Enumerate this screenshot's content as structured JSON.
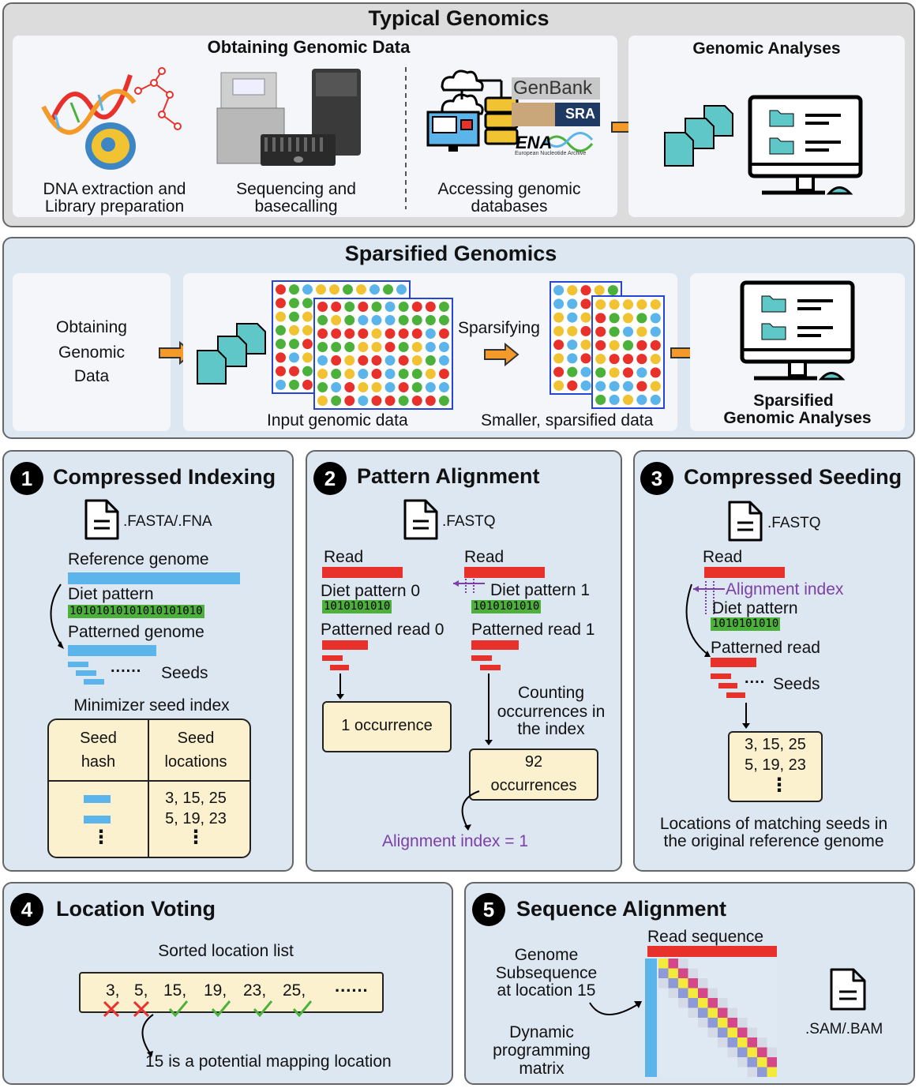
{
  "typical": {
    "title": "Typical Genomics",
    "obtaining_title": "Obtaining Genomic Data",
    "analyses_title": "Genomic Analyses",
    "step1": [
      "DNA extraction and",
      "Library preparation"
    ],
    "step2": [
      "Sequencing and",
      "basecalling"
    ],
    "step3": [
      "Accessing genomic",
      "databases"
    ],
    "db_genbank": "GenBank",
    "db_sra": "SRA",
    "db_ena": "ENA",
    "db_ena_sub": "European Nucleotide Archive"
  },
  "sparsified": {
    "title": "Sparsified Genomics",
    "obtaining": [
      "Obtaining",
      "Genomic",
      "Data"
    ],
    "input_label": "Input genomic data",
    "sparsifying": "Sparsifying",
    "smaller_label": "Smaller, sparsified data",
    "analyses": [
      "Sparsified",
      "Genomic Analyses"
    ]
  },
  "s1": {
    "num": "1",
    "title": "Compressed Indexing",
    "file": ".FASTA/.FNA",
    "ref": "Reference genome",
    "diet": "Diet pattern",
    "pattern": "10101010101010101010",
    "patterned": "Patterned genome",
    "dots": "......",
    "seeds": "Seeds",
    "index_title": "Minimizer seed index",
    "col1": [
      "Seed",
      "hash"
    ],
    "col2": [
      "Seed",
      "locations"
    ],
    "loc1": "3, 15, 25",
    "loc2": "5, 19, 23",
    "vdots": "⋮"
  },
  "s2": {
    "num": "2",
    "title": "Pattern Alignment",
    "file": ".FASTQ",
    "read": "Read",
    "diet0": "Diet pattern 0",
    "diet1": "Diet pattern 1",
    "pattern": "1010101010",
    "pread0": "Patterned read 0",
    "pread1": "Patterned read 1",
    "occ1": "1 occurrence",
    "counting": [
      "Counting",
      "occurrences in",
      "the index"
    ],
    "occ92": [
      "92",
      "occurrences"
    ],
    "align_index": "Alignment index = 1"
  },
  "s3": {
    "num": "3",
    "title": "Compressed Seeding",
    "file": ".FASTQ",
    "read": "Read",
    "align_index": "Alignment index",
    "diet": "Diet pattern",
    "pattern": "1010101010",
    "pread": "Patterned read",
    "dots": "....",
    "seeds": "Seeds",
    "loc1": "3, 15, 25",
    "loc2": "5, 19, 23",
    "vdots": "⋮",
    "caption": [
      "Locations of matching seeds in",
      "the original reference genome"
    ]
  },
  "s4": {
    "num": "4",
    "title": "Location Voting",
    "list_title": "Sorted location list",
    "locs": [
      "3,",
      "5,",
      "15,",
      "19,",
      "23,",
      "25,"
    ],
    "more": "......",
    "caption": "15 is a potential mapping location"
  },
  "s5": {
    "num": "5",
    "title": "Sequence Alignment",
    "read_seq": "Read sequence",
    "subseq": [
      "Genome",
      "Subsequence",
      "at location 15"
    ],
    "dp": [
      "Dynamic",
      "programming",
      "matrix"
    ],
    "file": ".SAM/.BAM"
  },
  "colors": {
    "red": "#e8312a",
    "blue": "#5bb4ea",
    "green": "#4cb13a",
    "yellow": "#f1c232",
    "purple": "#7b3fa6",
    "orange": "#f39a2b",
    "teal": "#5fc7c8"
  }
}
